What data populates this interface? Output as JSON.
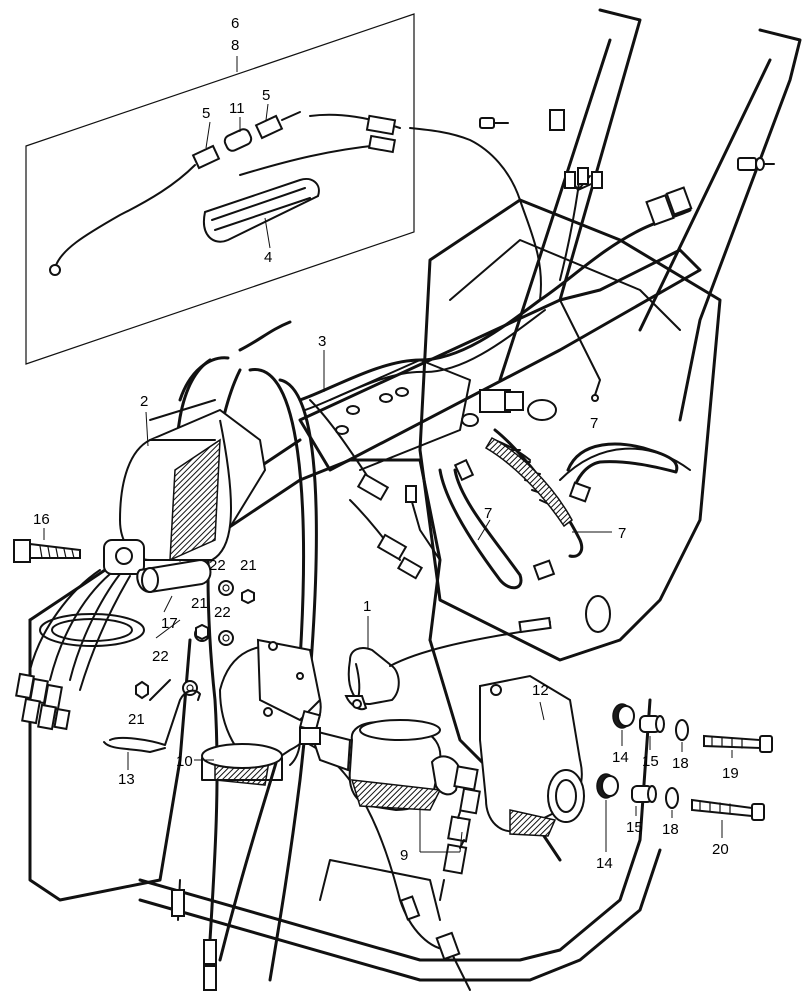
{
  "callouts": [
    {
      "id": "c6",
      "text": "6"
    },
    {
      "id": "c8",
      "text": "8"
    },
    {
      "id": "c11",
      "text": "11"
    },
    {
      "id": "c5a",
      "text": "5"
    },
    {
      "id": "c5b",
      "text": "5"
    },
    {
      "id": "c4",
      "text": "4"
    },
    {
      "id": "c3",
      "text": "3"
    },
    {
      "id": "c2",
      "text": "2"
    },
    {
      "id": "c7a",
      "text": "7"
    },
    {
      "id": "c7b",
      "text": "7"
    },
    {
      "id": "c7c",
      "text": "7"
    },
    {
      "id": "c16",
      "text": "16"
    },
    {
      "id": "c22a",
      "text": "22"
    },
    {
      "id": "c21a",
      "text": "21"
    },
    {
      "id": "c21b",
      "text": "21"
    },
    {
      "id": "c22b",
      "text": "22"
    },
    {
      "id": "c17",
      "text": "17"
    },
    {
      "id": "c22c",
      "text": "22"
    },
    {
      "id": "c21c",
      "text": "21"
    },
    {
      "id": "c1",
      "text": "1"
    },
    {
      "id": "c12",
      "text": "12"
    },
    {
      "id": "c13",
      "text": "13"
    },
    {
      "id": "c10",
      "text": "10"
    },
    {
      "id": "c14a",
      "text": "14"
    },
    {
      "id": "c15a",
      "text": "15"
    },
    {
      "id": "c18a",
      "text": "18"
    },
    {
      "id": "c19",
      "text": "19"
    },
    {
      "id": "c15b",
      "text": "15"
    },
    {
      "id": "c18b",
      "text": "18"
    },
    {
      "id": "c20",
      "text": "20"
    },
    {
      "id": "c14b",
      "text": "14"
    },
    {
      "id": "c9",
      "text": "9"
    }
  ]
}
